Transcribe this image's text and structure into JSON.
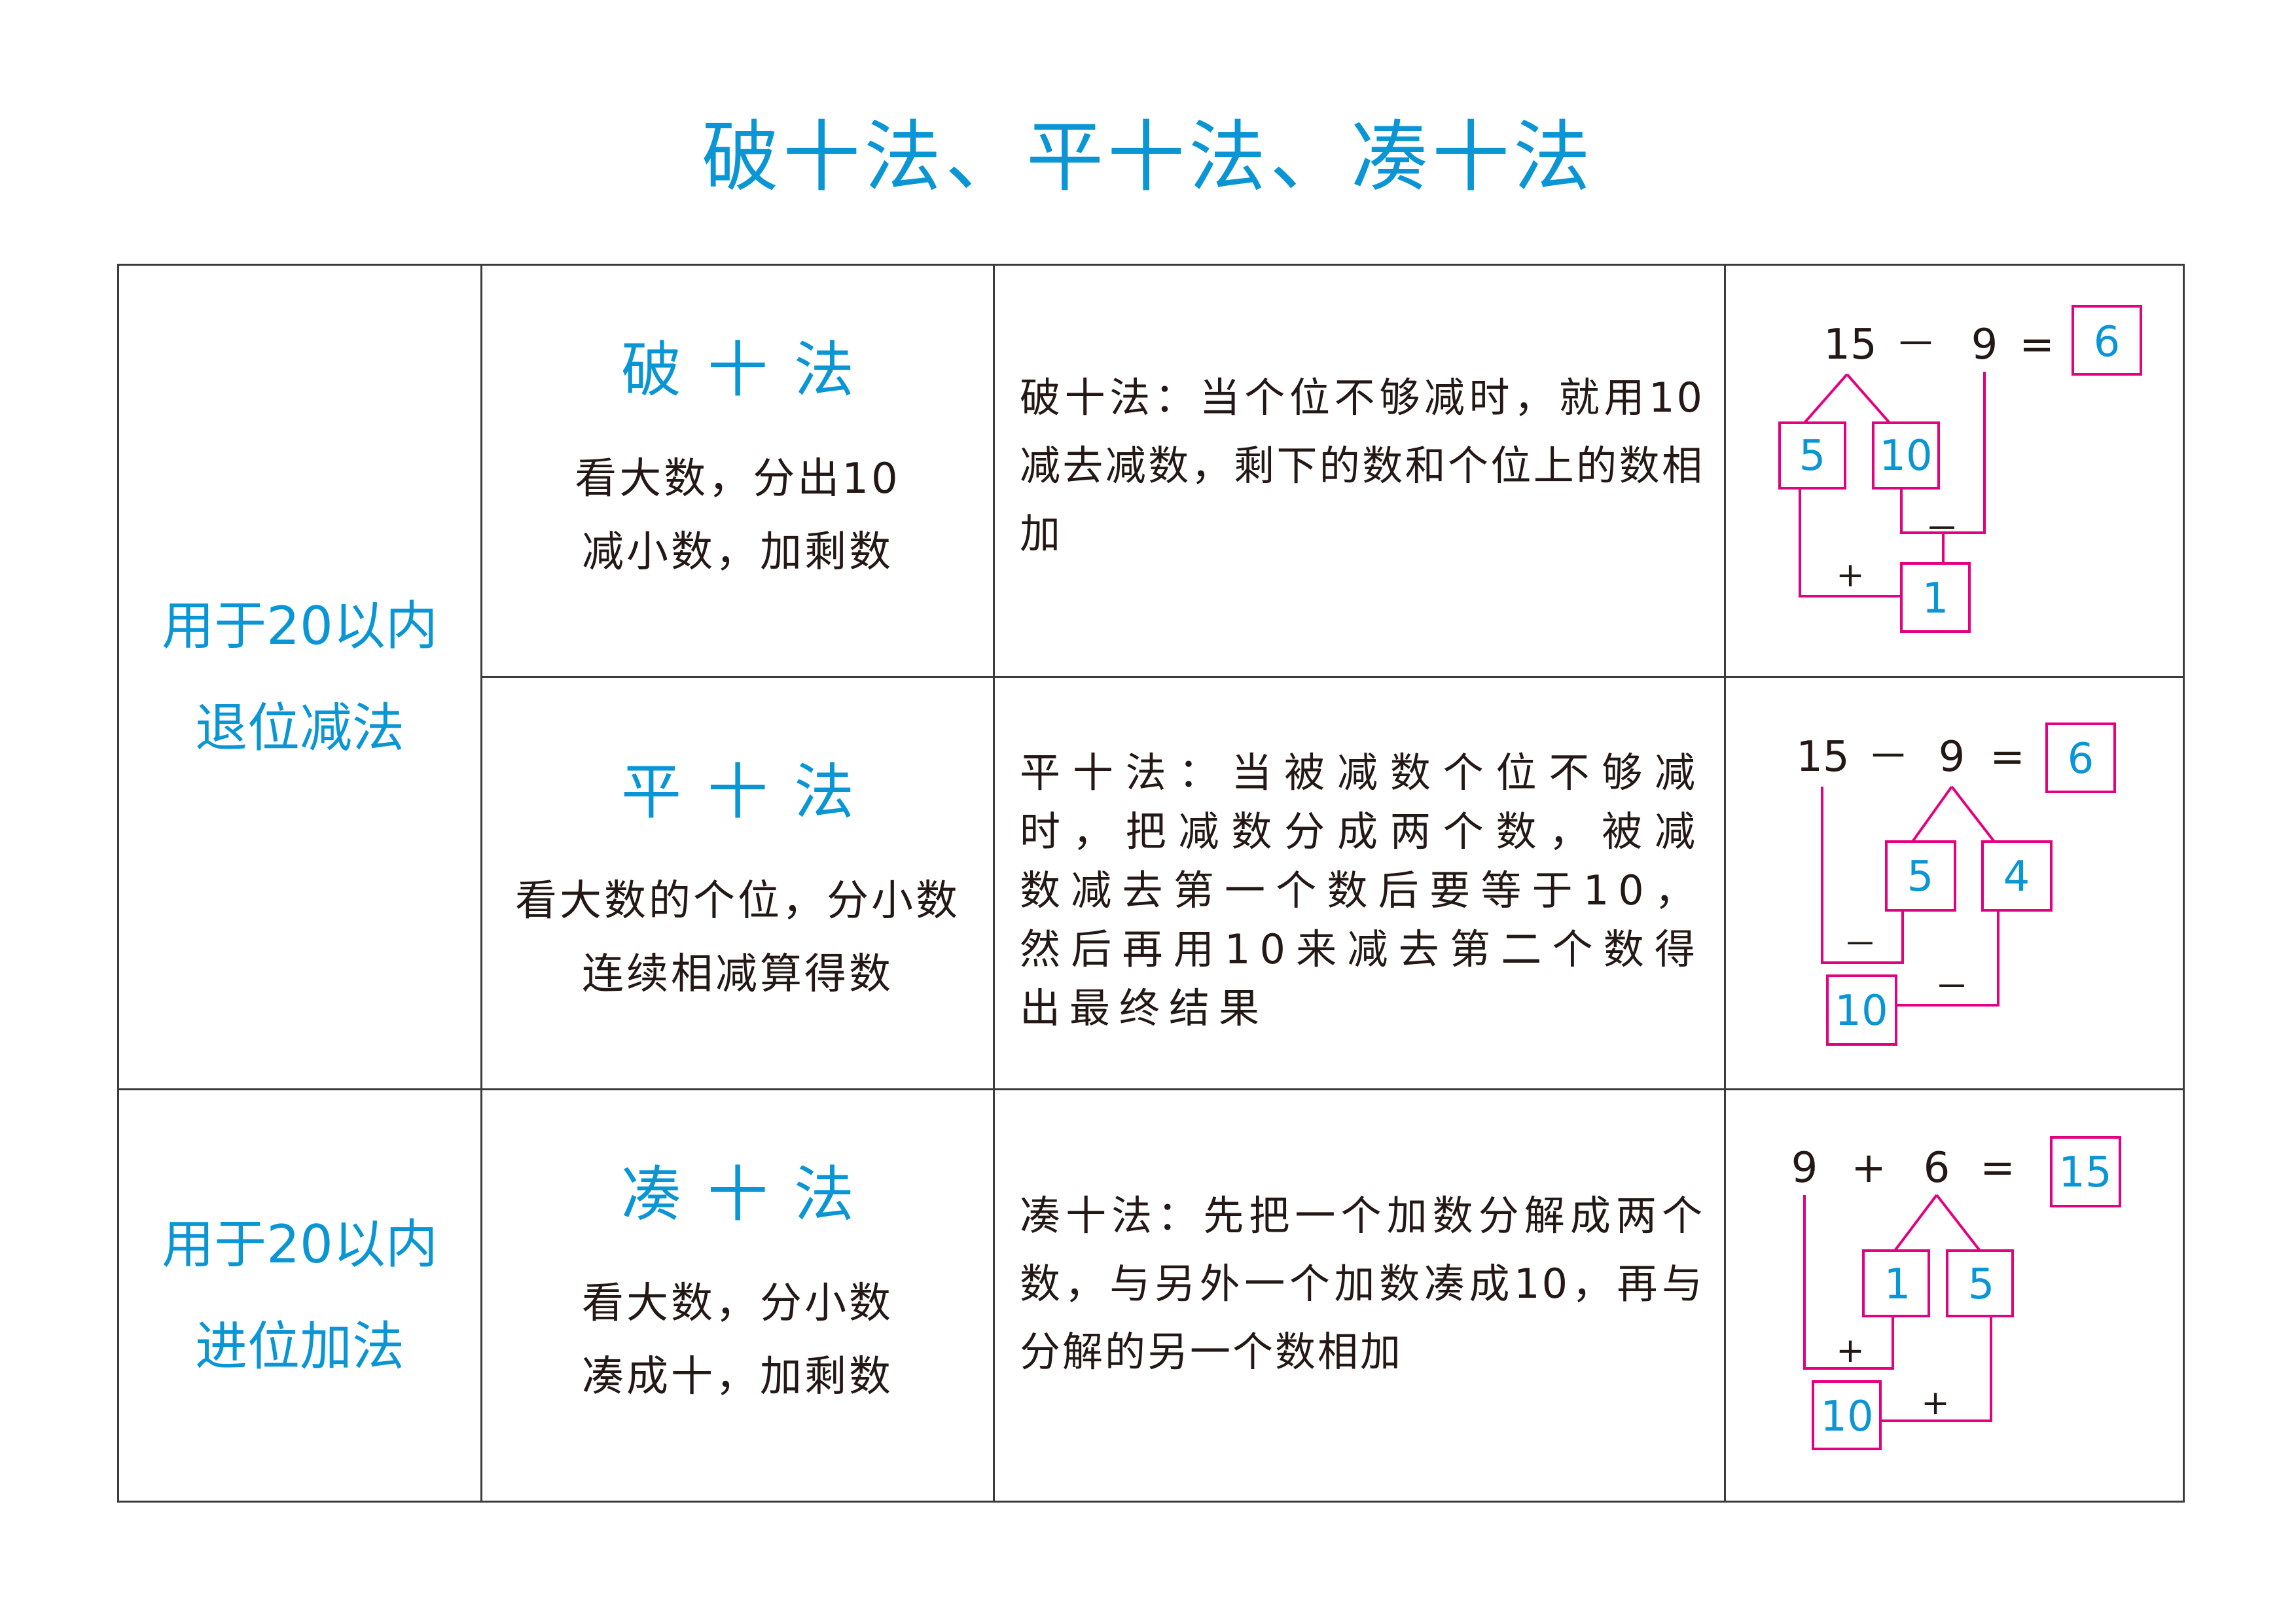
{
  "title": "破十法、平十法、凑十法",
  "categories": {
    "subtraction": [
      "用于20以内",
      "退位减法"
    ],
    "addition": [
      "用于20以内",
      "进位加法"
    ]
  },
  "methods": [
    {
      "name": "破十法",
      "tip": [
        "看大数，分出10",
        "减小数，加剩数"
      ],
      "description": "破十法：当个位不够减时，就用10减去减数，剩下的数和个位上的数相加",
      "example": {
        "a": "15",
        "op": "－",
        "b": "9",
        "eq": "=",
        "result": "6",
        "split": [
          "5",
          "10"
        ],
        "mid": "1",
        "op1": "－",
        "op2": "+"
      }
    },
    {
      "name": "平十法",
      "tip": [
        "看大数的个位，分小数",
        "连续相减算得数"
      ],
      "description": "平十法：当被减数个位不够减时，把减数分成两个数，被减数减去第一个数后要等于10，然后再用10来减去第二个数得出最终结果",
      "example": {
        "a": "15",
        "op": "－",
        "b": "9",
        "eq": "=",
        "result": "6",
        "split": [
          "5",
          "4"
        ],
        "mid": "10",
        "op1": "－",
        "op2": "－"
      }
    },
    {
      "name": "凑十法",
      "tip": [
        "看大数，分小数",
        "凑成十，加剩数"
      ],
      "description": "凑十法：先把一个加数分解成两个数，与另外一个加数凑成10，再与分解的另一个数相加",
      "example": {
        "a": "9",
        "op": "+",
        "b": "6",
        "eq": "=",
        "result": "15",
        "split": [
          "1",
          "5"
        ],
        "mid": "10",
        "op1": "+",
        "op2": "+"
      }
    }
  ],
  "colors": {
    "accent": "#0a96d4",
    "diagram": "#e5007f",
    "text": "#231815"
  }
}
